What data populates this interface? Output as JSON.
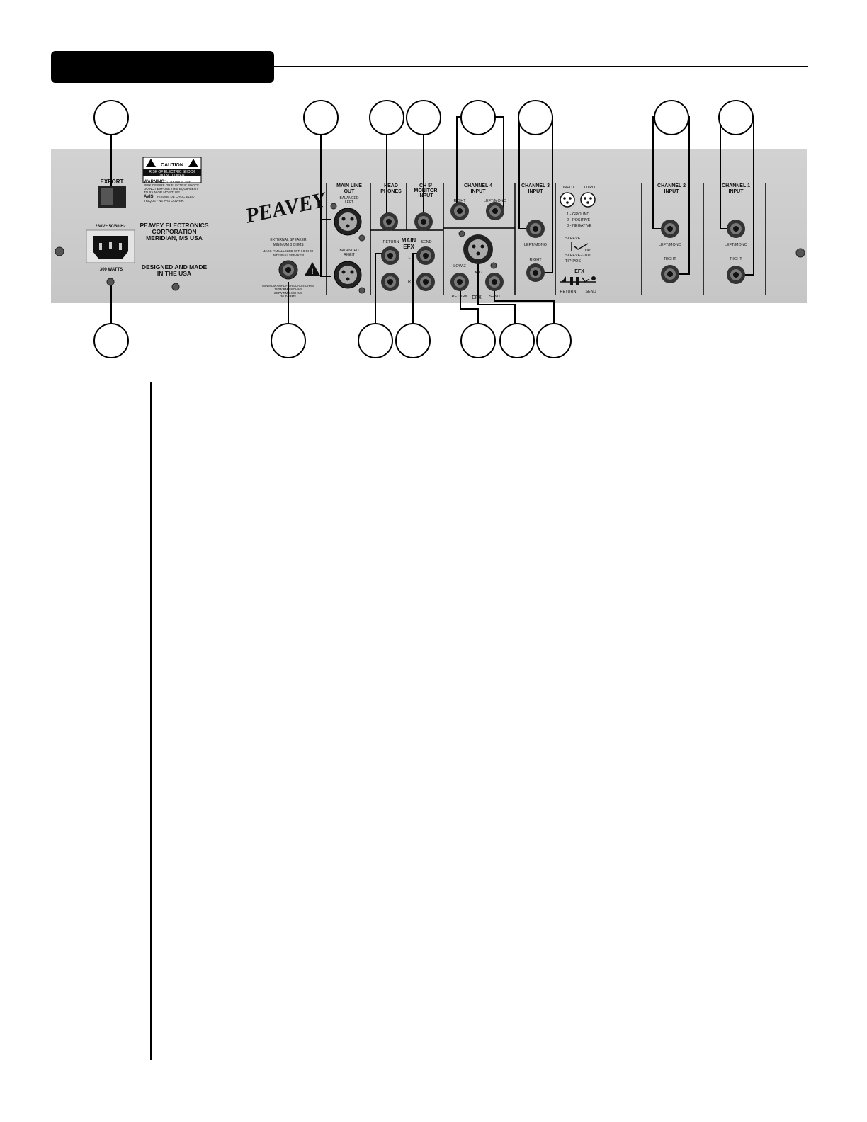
{
  "panel": {
    "export_label": "EXPORT",
    "caution": {
      "header": "CAUTION",
      "line1": "RISK OF ELECTRIC SHOCK",
      "line2": "DO NOT OPEN",
      "warning_head": "WARNING:",
      "warning_l1": "TO REDUCE THE",
      "warning_l2": "RISK OF FIRE OR ELECTRIC SHOCK",
      "warning_l3": "DO NOT EXPOSE THIS EQUIPMENT",
      "warning_l4": "TO RAIN OR MOISTURE.",
      "avis_head": "AVIS:",
      "avis_l1": "RISQUE DE CHOC ELEC-",
      "avis_l2": "TRIQUE - NE PAS OUVRIR."
    },
    "power_rating": "230V~ 50/60 Hz",
    "watts": "300 WATTS",
    "company_l1": "PEAVEY ELECTRONICS",
    "company_l2": "CORPORATION",
    "company_l3": "MERIDIAN, MS USA",
    "designed_l1": "DESIGNED AND MADE",
    "designed_l2": "IN THE USA",
    "logo": "PEAVEY",
    "ext_speaker": {
      "l1": "EXTERNAL SPEAKER",
      "l2": "MINIMUM 8 OHMS",
      "l3": "JACK PARALLELED WITH 8 OHM",
      "l4": "INTERNAL SPEAKER",
      "l5": "MINIMUM AMPLIFIER LOAD 4 OHMS",
      "l6": "150W RMS 8 OHMS",
      "l7": "200W RMS 4 OHMS",
      "l8": "20.3V RMS"
    },
    "main_line_out": {
      "h1": "MAIN LINE",
      "h2": "OUT",
      "left1": "BALANCED",
      "left2": "LEFT",
      "right1": "BALANCED",
      "right2": "RIGHT"
    },
    "headphones": {
      "h1": "HEAD",
      "h2": "PHONES"
    },
    "ch5": {
      "h1": "CH 5/",
      "h2": "MONITOR",
      "h3": "INPUT"
    },
    "main_efx": {
      "h1": "MAIN",
      "h2": "EFX",
      "return": "RETURN",
      "send": "SEND",
      "l": "L",
      "r": "R"
    },
    "channel4": {
      "h1": "CHANNEL 4",
      "h2": "INPUT",
      "right": "RIGHT",
      "left_mono": "LEFT/MONO",
      "low_z": "LOW Z",
      "mic": "MIC",
      "return": "RETURN",
      "efx": "EFX",
      "send": "SEND"
    },
    "channel3": {
      "h1": "CHANNEL 3",
      "h2": "INPUT",
      "left_mono": "LEFT/MONO",
      "right": "RIGHT"
    },
    "xlr_legend": {
      "input": "INPUT",
      "output": "OUTPUT",
      "l1": "1 - GROUND",
      "l2": "2 - POSITIVE",
      "l3": "3 - NEGATIVE"
    },
    "trs_legend": {
      "sleeve": "SLEEVE",
      "tip": "TIP",
      "sleeve_gnd": "SLEEVE-GND",
      "tip_pos": "TIP-POS",
      "efx": "EFX",
      "return": "RETURN",
      "send": "SEND"
    },
    "channel2": {
      "h1": "CHANNEL 2",
      "h2": "INPUT",
      "left_mono": "LEFT/MONO",
      "right": "RIGHT"
    },
    "channel1": {
      "h1": "CHANNEL 1",
      "h2": "INPUT",
      "left_mono": "LEFT/MONO",
      "right": "RIGHT"
    }
  },
  "colors": {
    "panel": "#cccccc",
    "ink": "#111111",
    "link_rule": "#2f3fd0"
  }
}
